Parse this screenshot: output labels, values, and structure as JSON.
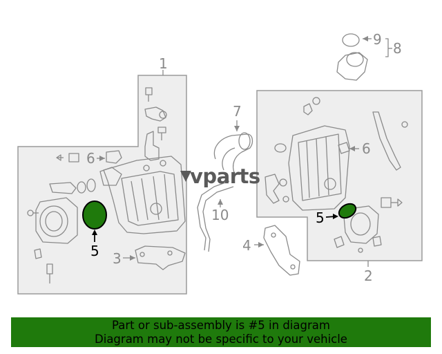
{
  "diagram": {
    "callouts": {
      "c1": "1",
      "c2": "2",
      "c3": "3",
      "c4": "4",
      "c5_left": "5",
      "c5_right": "5",
      "c6_left": "6",
      "c6_right": "6",
      "c7": "7",
      "c8": "8",
      "c9": "9",
      "c10": "10"
    },
    "watermark": "vparts",
    "colors": {
      "highlight": "#1f7a0c",
      "panel": "#eeeeee",
      "line": "#8a8a8a"
    }
  },
  "banner": {
    "line1": "Part or sub-assembly is #5 in diagram",
    "line2": "Diagram may not be specific to your vehicle"
  }
}
